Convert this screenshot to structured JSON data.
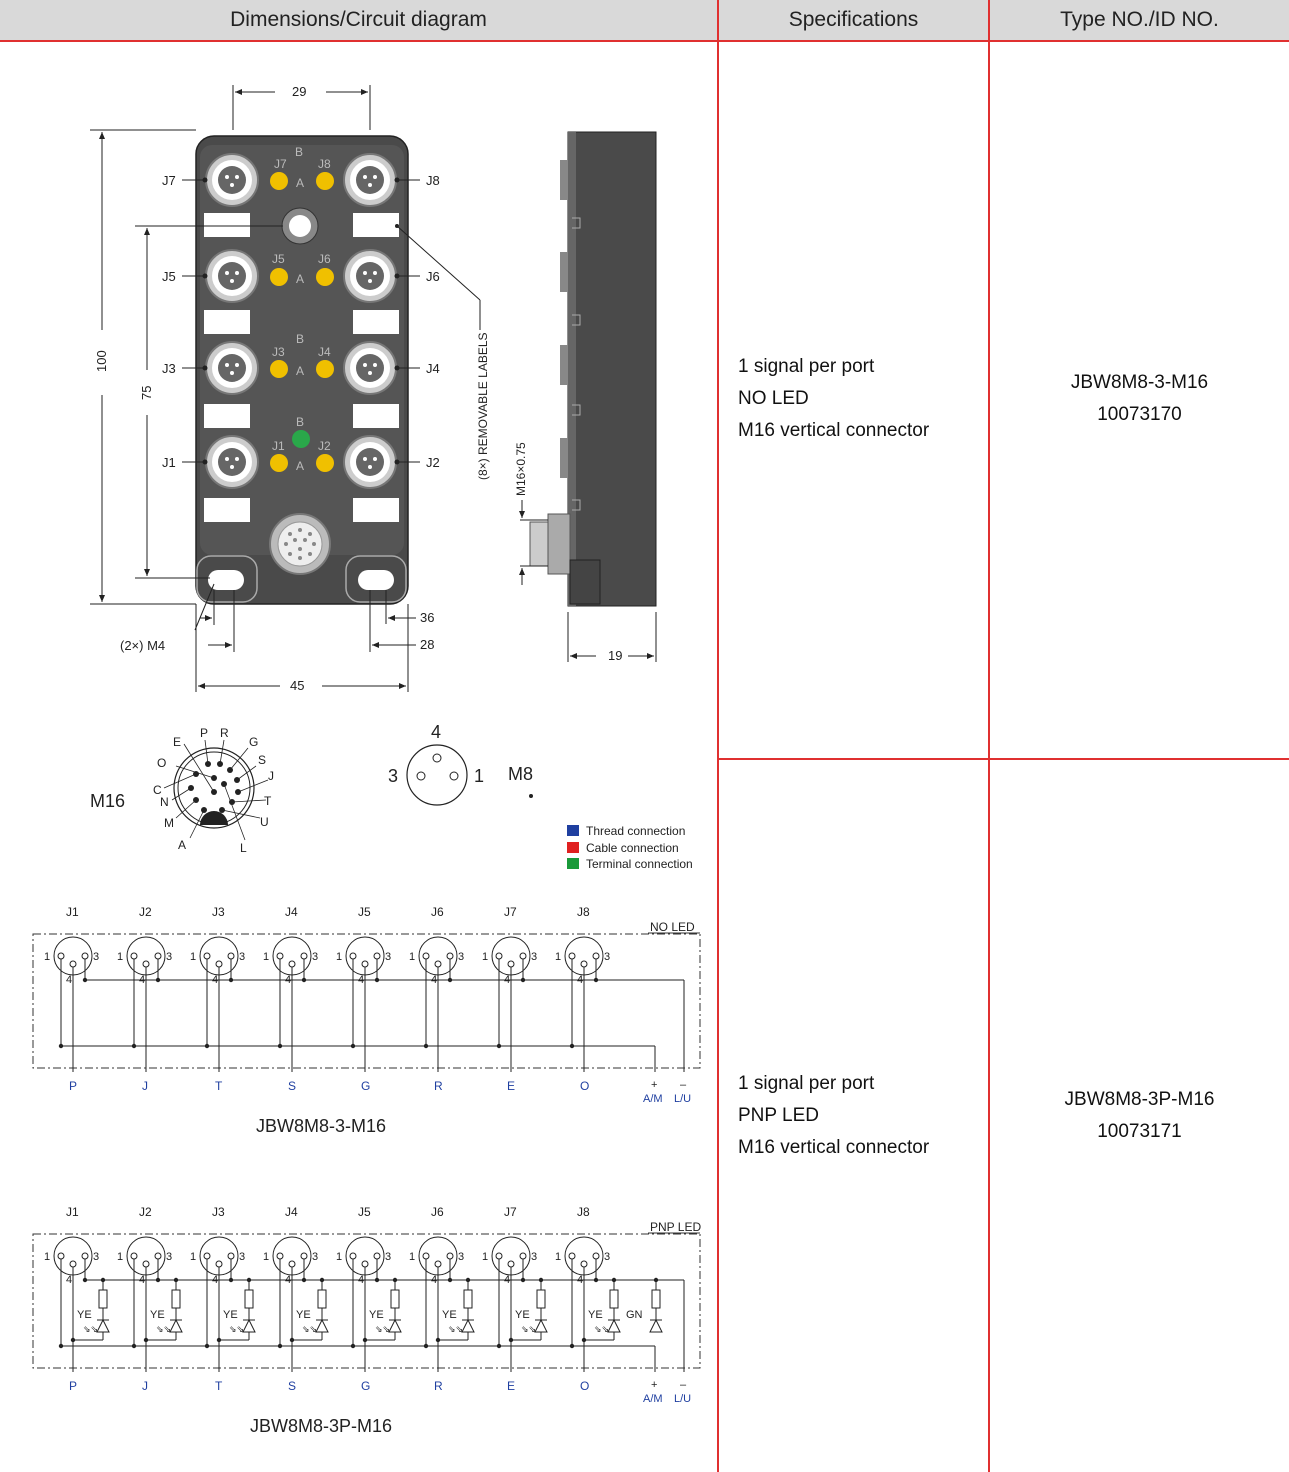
{
  "header": {
    "col1": "Dimensions/Circuit diagram",
    "col2": "Specifications",
    "col3": "Type NO./ID NO."
  },
  "rows": [
    {
      "spec": [
        "1 signal per port",
        "NO LED",
        "M16  vertical connector"
      ],
      "type": "JBW8M8-3-M16",
      "id": "10073170"
    },
    {
      "spec": [
        "1 signal per port",
        "PNP LED",
        "M16  vertical connector"
      ],
      "type": "JBW8M8-3P-M16",
      "id": "10073171"
    }
  ],
  "dims": {
    "d29": "29",
    "d100": "100",
    "d75": "75",
    "d36": "36",
    "d28": "28",
    "d45": "45",
    "d19": "19",
    "m4": "(2×)  M4",
    "thread": "M16×0.75",
    "labels": "(8×)  REMOVABLE  LABELS",
    "port_labels": [
      "J7",
      "J8",
      "J5",
      "J6",
      "J3",
      "J4",
      "J1",
      "J2"
    ],
    "b": "B",
    "a": "A"
  },
  "connectors": {
    "m16": "M16",
    "m8": "M8",
    "m16_pins": [
      "P",
      "R",
      "G",
      "S",
      "J",
      "T",
      "U",
      "L",
      "A",
      "M",
      "N",
      "C",
      "O",
      "E"
    ],
    "m8_pins": [
      "4",
      "3",
      "1"
    ]
  },
  "legend": [
    "Thread connection",
    "Cable connection",
    "Terminal connection"
  ],
  "legend_colors": [
    "#1f3fa0",
    "#e02020",
    "#1a9a3a"
  ],
  "circuit1": {
    "title": "JBW8M8-3-M16",
    "tag": "NO LED"
  },
  "circuit2": {
    "title": "JBW8M8-3P-M16",
    "tag": "PNP LED"
  },
  "circuit_common": {
    "ports": [
      "J1",
      "J2",
      "J3",
      "J4",
      "J5",
      "J6",
      "J7",
      "J8"
    ],
    "signals": [
      "P",
      "J",
      "T",
      "S",
      "G",
      "R",
      "E",
      "O"
    ],
    "pin_left": "1",
    "pin_right": "3",
    "pin_bottom": "4",
    "plus": "+",
    "minus": "–",
    "am": "A/M",
    "lu": "L/U",
    "ye": "YE",
    "gn": "GN"
  }
}
